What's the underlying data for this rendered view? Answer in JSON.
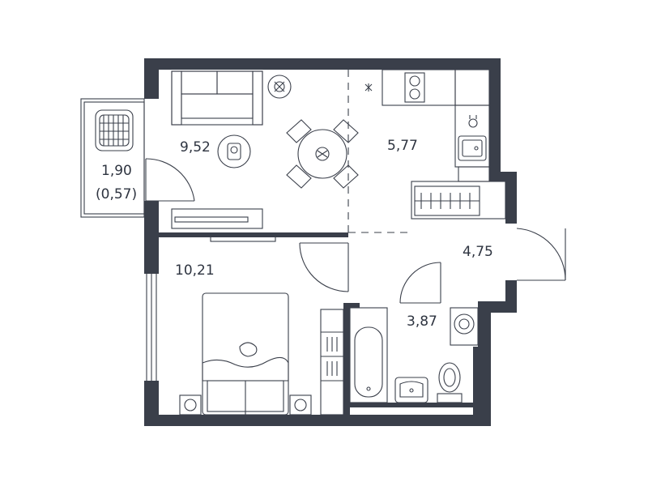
{
  "floor_plan": {
    "colors": {
      "wall": "#3a3f4a",
      "line": "#3a3f4a",
      "background": "#ffffff",
      "text": "#2e3440"
    },
    "rooms": [
      {
        "id": "balcony",
        "area": "1,90",
        "sub_area": "(0,57)"
      },
      {
        "id": "living",
        "area": "9,52"
      },
      {
        "id": "kitchen",
        "area": "5,77"
      },
      {
        "id": "hall",
        "area": "4,75"
      },
      {
        "id": "bedroom",
        "area": "10,21"
      },
      {
        "id": "bathroom",
        "area": "3,87"
      }
    ],
    "furniture_icons": [
      "laundry-basket-icon",
      "sofa-icon",
      "round-table-icon",
      "chair-icon",
      "stove-icon",
      "sink-icon",
      "bed-icon",
      "bathtub-icon",
      "toilet-icon",
      "washbasin-icon",
      "washing-machine-icon",
      "tv-stand-icon",
      "wardrobe-icon",
      "plant-icon",
      "robot-vacuum-icon"
    ]
  }
}
